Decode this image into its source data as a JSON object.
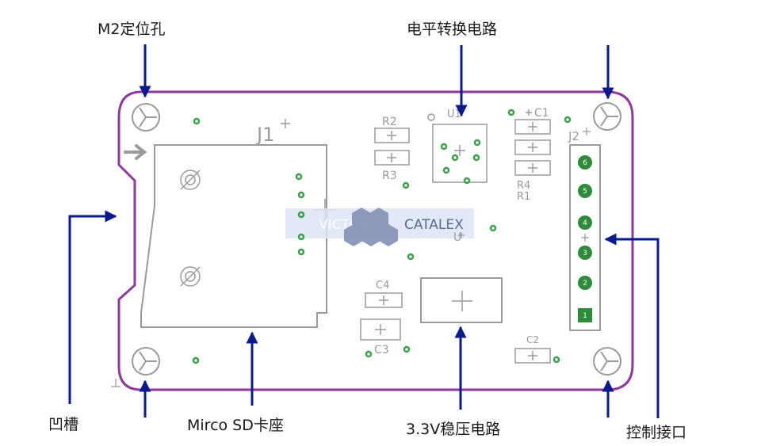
{
  "diagram": {
    "callouts": {
      "m2_hole": "M2定位孔",
      "level_shift": "电平转换电路",
      "notch": "凹槽",
      "sd_socket": "Mirco SD卡座",
      "regulator": "3.3V稳压电路",
      "control_port": "控制接口"
    },
    "silkscreen": {
      "j1": "J1",
      "j2": "J2",
      "u1": "U1",
      "u": "U",
      "r1": "R1",
      "r2": "R2",
      "r3": "R3",
      "r4": "R4",
      "c1": "C1",
      "c2": "C2",
      "c3": "C3",
      "c4": "C4",
      "pin_1": "1",
      "pin_2": "2",
      "pin_3": "3",
      "pin_4": "4",
      "pin_5": "5",
      "pin_6": "6"
    },
    "watermark": {
      "left": "VICTORY",
      "right": "CATALEX"
    },
    "colors": {
      "board_outline": "#8e3a9a",
      "arrow": "#0a1a8c",
      "silkscreen": "#9a9a9a",
      "via": "#3aa04a",
      "pad": "#2e8b3a"
    }
  }
}
